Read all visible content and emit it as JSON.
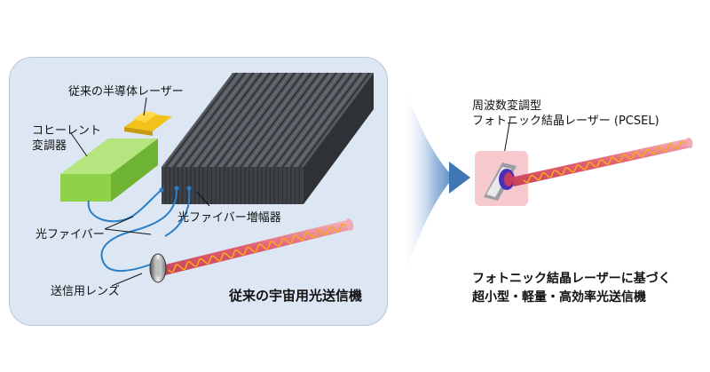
{
  "labels": {
    "semiconductor_laser": "従来の半導体レーザー",
    "coherent_modulator_line1": "コヒーレント",
    "coherent_modulator_line2": "変調器",
    "fiber_amplifier": "光ファイバー増幅器",
    "optical_fiber": "光ファイバー",
    "transmit_lens": "送信用レンズ",
    "conventional_system": "従来の宇宙用光送信機",
    "pcsel_line1": "周波数変調型",
    "pcsel_line2": "フォトニック結晶レーザー (PCSEL)",
    "new_system_line1": "フォトニック結晶レーザーに基づく",
    "new_system_line2": "超小型・軽量・高効率光送信機"
  },
  "colors": {
    "panel_bg": "#dde7f3",
    "modulator_green": "#8fd24a",
    "laser_chip_yellow": "#f2c21a",
    "amplifier_dark": "#3e4247",
    "fiber_blue": "#2a7fc7",
    "beam_red": "#e0566a",
    "wave_orange": "#f6a623",
    "arrow_blue": "#3f76b3",
    "pcsel_pink": "#f6c9cf"
  }
}
